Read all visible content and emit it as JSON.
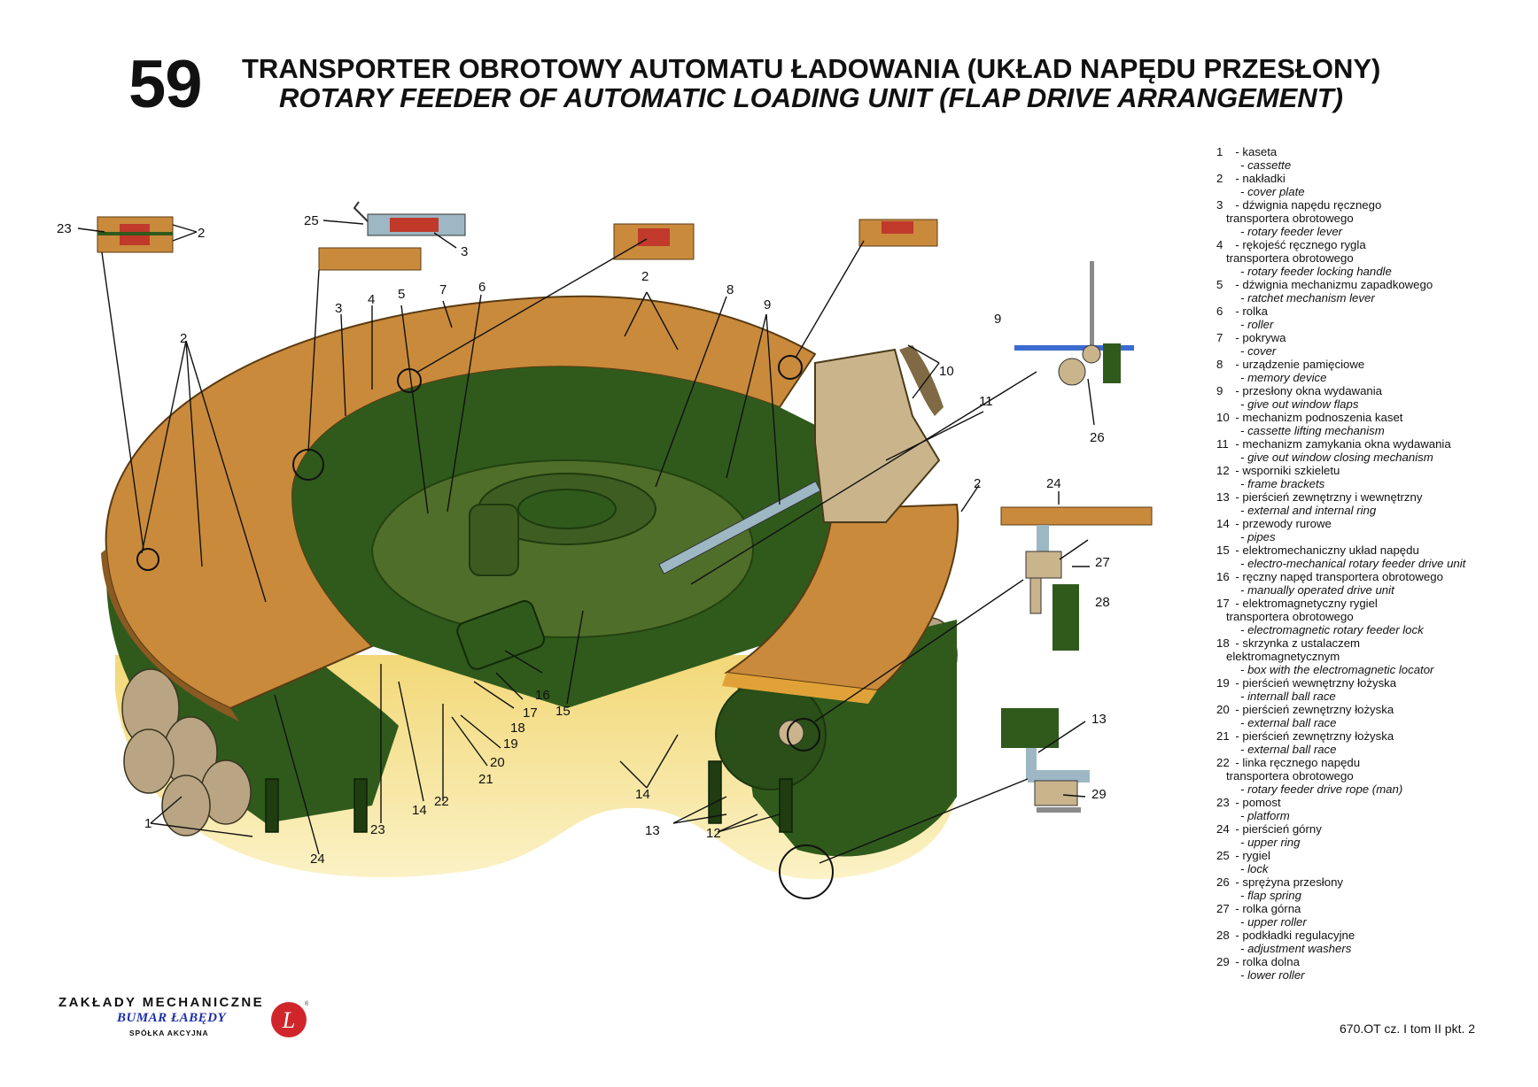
{
  "sheet": {
    "number": "59",
    "title_pl": "TRANSPORTER OBROTOWY AUTOMATU ŁADOWANIA (UKŁAD NAPĘDU PRZESŁONY)",
    "title_en": "ROTARY FEEDER OF AUTOMATIC LOADING UNIT (FLAP DRIVE ARRANGEMENT)"
  },
  "legend": [
    {
      "num": "1",
      "pl": "kaseta",
      "en": "cassette"
    },
    {
      "num": "2",
      "pl": "nakładki",
      "en": "cover plate"
    },
    {
      "num": "3",
      "pl": "dźwignia napędu ręcznego\n   transportera obrotowego",
      "en": "rotary feeder lever"
    },
    {
      "num": "4",
      "pl": "rękojeść ręcznego rygla\n   transportera obrotowego",
      "en": "rotary feeder locking handle"
    },
    {
      "num": "5",
      "pl": "dźwignia mechanizmu zapadkowego",
      "en": "ratchet mechanism lever"
    },
    {
      "num": "6",
      "pl": "rolka",
      "en": "roller"
    },
    {
      "num": "7",
      "pl": "pokrywa",
      "en": "cover"
    },
    {
      "num": "8",
      "pl": "urządzenie pamięciowe",
      "en": "memory device"
    },
    {
      "num": "9",
      "pl": "przesłony okna wydawania",
      "en": "give out window flaps"
    },
    {
      "num": "10",
      "pl": "mechanizm podnoszenia kaset",
      "en": "cassette lifting mechanism"
    },
    {
      "num": "11",
      "pl": "mechanizm zamykania okna wydawania",
      "en": "give out window closing mechanism"
    },
    {
      "num": "12",
      "pl": "wsporniki szkieletu",
      "en": "frame brackets"
    },
    {
      "num": "13",
      "pl": "pierścień zewnętrzny i wewnętrzny",
      "en": "external and internal ring"
    },
    {
      "num": "14",
      "pl": "przewody rurowe",
      "en": "pipes"
    },
    {
      "num": "15",
      "pl": "elektromechaniczny układ napędu",
      "en": "electro-mechanical rotary feeder drive unit"
    },
    {
      "num": "16",
      "pl": "ręczny napęd transportera obrotowego",
      "en": "manually operated drive unit"
    },
    {
      "num": "17",
      "pl": "elektromagnetyczny rygiel\n   transportera obrotowego",
      "en": "electromagnetic rotary feeder lock"
    },
    {
      "num": "18",
      "pl": "skrzynka z ustalaczem\n   elektromagnetycznym",
      "en": "box with the electromagnetic locator"
    },
    {
      "num": "19",
      "pl": "pierścień wewnętrzny łożyska",
      "en": "internall ball race"
    },
    {
      "num": "20",
      "pl": "pierścień zewnętrzny łożyska",
      "en": "external ball race"
    },
    {
      "num": "21",
      "pl": "pierścień zewnętrzny łożyska",
      "en": "external ball race"
    },
    {
      "num": "22",
      "pl": "linka ręcznego napędu\n   transportera obrotowego",
      "en": "rotary feeder drive rope (man)"
    },
    {
      "num": "23",
      "pl": "pomost",
      "en": "platform"
    },
    {
      "num": "24",
      "pl": "pierścień górny",
      "en": "upper ring"
    },
    {
      "num": "25",
      "pl": "rygiel",
      "en": "lock"
    },
    {
      "num": "26",
      "pl": "sprężyna przesłony",
      "en": "flap spring"
    },
    {
      "num": "27",
      "pl": "rolka górna",
      "en": "upper roller"
    },
    {
      "num": "28",
      "pl": "podkładki regulacyjne",
      "en": "adjustment washers"
    },
    {
      "num": "29",
      "pl": "rolka dolna",
      "en": "lower roller"
    }
  ],
  "callouts": {
    "c1": "1",
    "c2": "2",
    "c3": "3",
    "c4": "4",
    "c5": "5",
    "c6": "6",
    "c7": "7",
    "c8": "8",
    "c9": "9",
    "c10": "10",
    "c11": "11",
    "c12": "12",
    "c13": "13",
    "c14": "14",
    "c15": "15",
    "c16": "16",
    "c17": "17",
    "c18": "18",
    "c19": "19",
    "c20": "20",
    "c21": "21",
    "c22": "22",
    "c23": "23",
    "c24": "24",
    "c25": "25",
    "c26": "26",
    "c27": "27",
    "c28": "28",
    "c29": "29"
  },
  "logo": {
    "line1": "ZAKŁADY MECHANICZNE",
    "line2": "BUMAR ŁABĘDY",
    "line3": "SPÓŁKA AKCYJNA",
    "mark": "L",
    "registered": "®"
  },
  "doc_ref": "670.OT cz. I tom II pkt. 2",
  "colors": {
    "cover": "#c98a3c",
    "dark_green": "#2f5a1c",
    "olive": "#4f6e2a",
    "floor": "#f6e39a",
    "cassette": "#c9b48c",
    "steel": "#9db7c4",
    "logo_red": "#d0262b",
    "logo_blue": "#1d2fa8"
  }
}
